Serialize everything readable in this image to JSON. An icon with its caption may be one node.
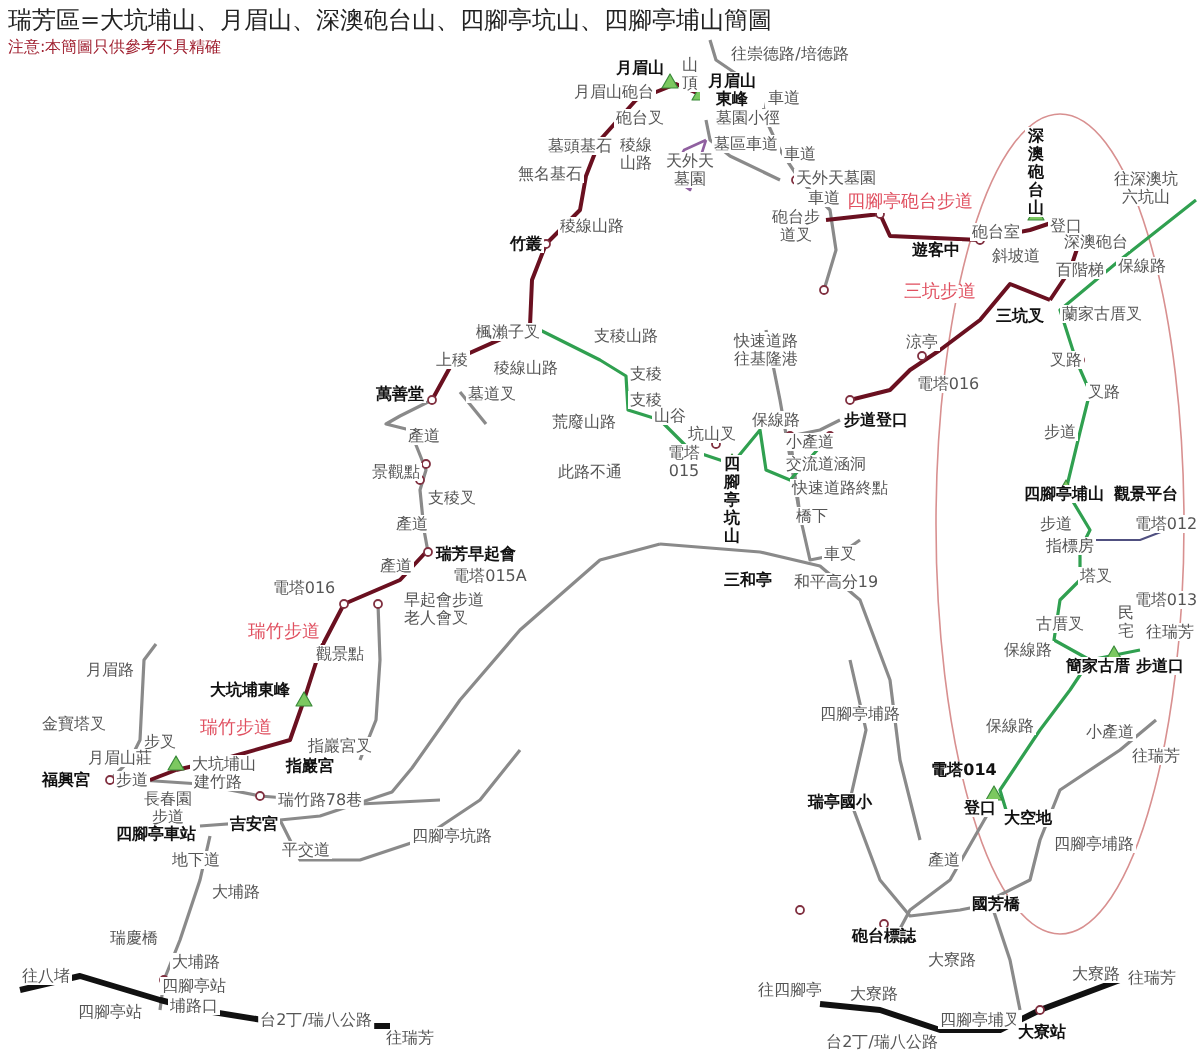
{
  "diagram": {
    "title": "瑞芳區=大坑埔山、月眉山、深澳砲台山、四腳亭坑山、四腳亭埔山簡圖",
    "labels": [
      "注意:本簡圖只供參考不具精確",
      "往崇德路/培德路",
      "月眉山",
      "山頂",
      "月眉山東峰",
      "月眉山砲台",
      "車道",
      "砲台叉",
      "墓園小徑",
      "深澳砲台山",
      "往深澳坑六坑山",
      "墓頭基石",
      "稜線山路",
      "墓區車道",
      "車道",
      "無名基石",
      "天外天墓園",
      "天外天墓園",
      "車道",
      "四腳亭砲台步道",
      "稜線山路",
      "砲台步道叉",
      "登口",
      "砲台室",
      "深澳砲台",
      "竹叢",
      "遊客中",
      "斜坡道",
      "百階梯",
      "保線路",
      "三坑步道",
      "蘭家古厝叉",
      "三坑叉",
      "楓瀨子叉",
      "支稜山路",
      "涼亭",
      "快速道路往基隆港",
      "叉路",
      "上稜",
      "稜線山路",
      "支稜",
      "電塔016",
      "叉路",
      "萬善堂",
      "墓道叉",
      "支稜",
      "山谷",
      "荒廢山路",
      "步道登口",
      "保線路",
      "步道",
      "產道",
      "坑山叉",
      "小產道",
      "電塔015",
      "四腳亭坑山",
      "交流道涵洞",
      "景觀點",
      "此路不通",
      "快速道路終點",
      "四腳亭埔山",
      "觀景平台",
      "支稜叉",
      "橋下",
      "產道",
      "步道",
      "電塔012",
      "指標房",
      "瑞芳早起會",
      "車叉",
      "產道",
      "電塔015A",
      "塔叉",
      "三和亭",
      "和平高分19",
      "電塔016",
      "早起會步道",
      "電塔013",
      "老人會叉",
      "民宅",
      "古厝叉",
      "往瑞芳",
      "瑞竹步道",
      "保線路",
      "觀景點",
      "簡家古厝",
      "步道口",
      "月眉路",
      "大坑埔東峰",
      "四腳亭埔路",
      "金寶塔叉",
      "瑞竹步道",
      "保線路",
      "小產道",
      "步叉",
      "指巖宮叉",
      "往瑞芳",
      "月眉山莊",
      "大坑埔山",
      "指巖宮",
      "電塔014",
      "福興宮",
      "步道",
      "建竹路",
      "長春園步道",
      "瑞竹路78巷",
      "瑞亭國小",
      "登口",
      "大空地",
      "吉安宮",
      "四腳亭車站",
      "四腳亭坑路",
      "四腳亭埔路",
      "平交道",
      "地下道",
      "產道",
      "大埔路",
      "國芳橋",
      "砲台標誌",
      "瑞慶橋",
      "大寮路",
      "大埔路",
      "大寮路",
      "往八堵",
      "往瑞芳",
      "四腳亭站",
      "往四腳亭",
      "大寮路",
      "埔路口",
      "四腳亭站",
      "四腳亭埔叉",
      "台2丁/瑞八公路",
      "大寮站",
      "往瑞芳",
      "台2丁/瑞八公路"
    ]
  }
}
